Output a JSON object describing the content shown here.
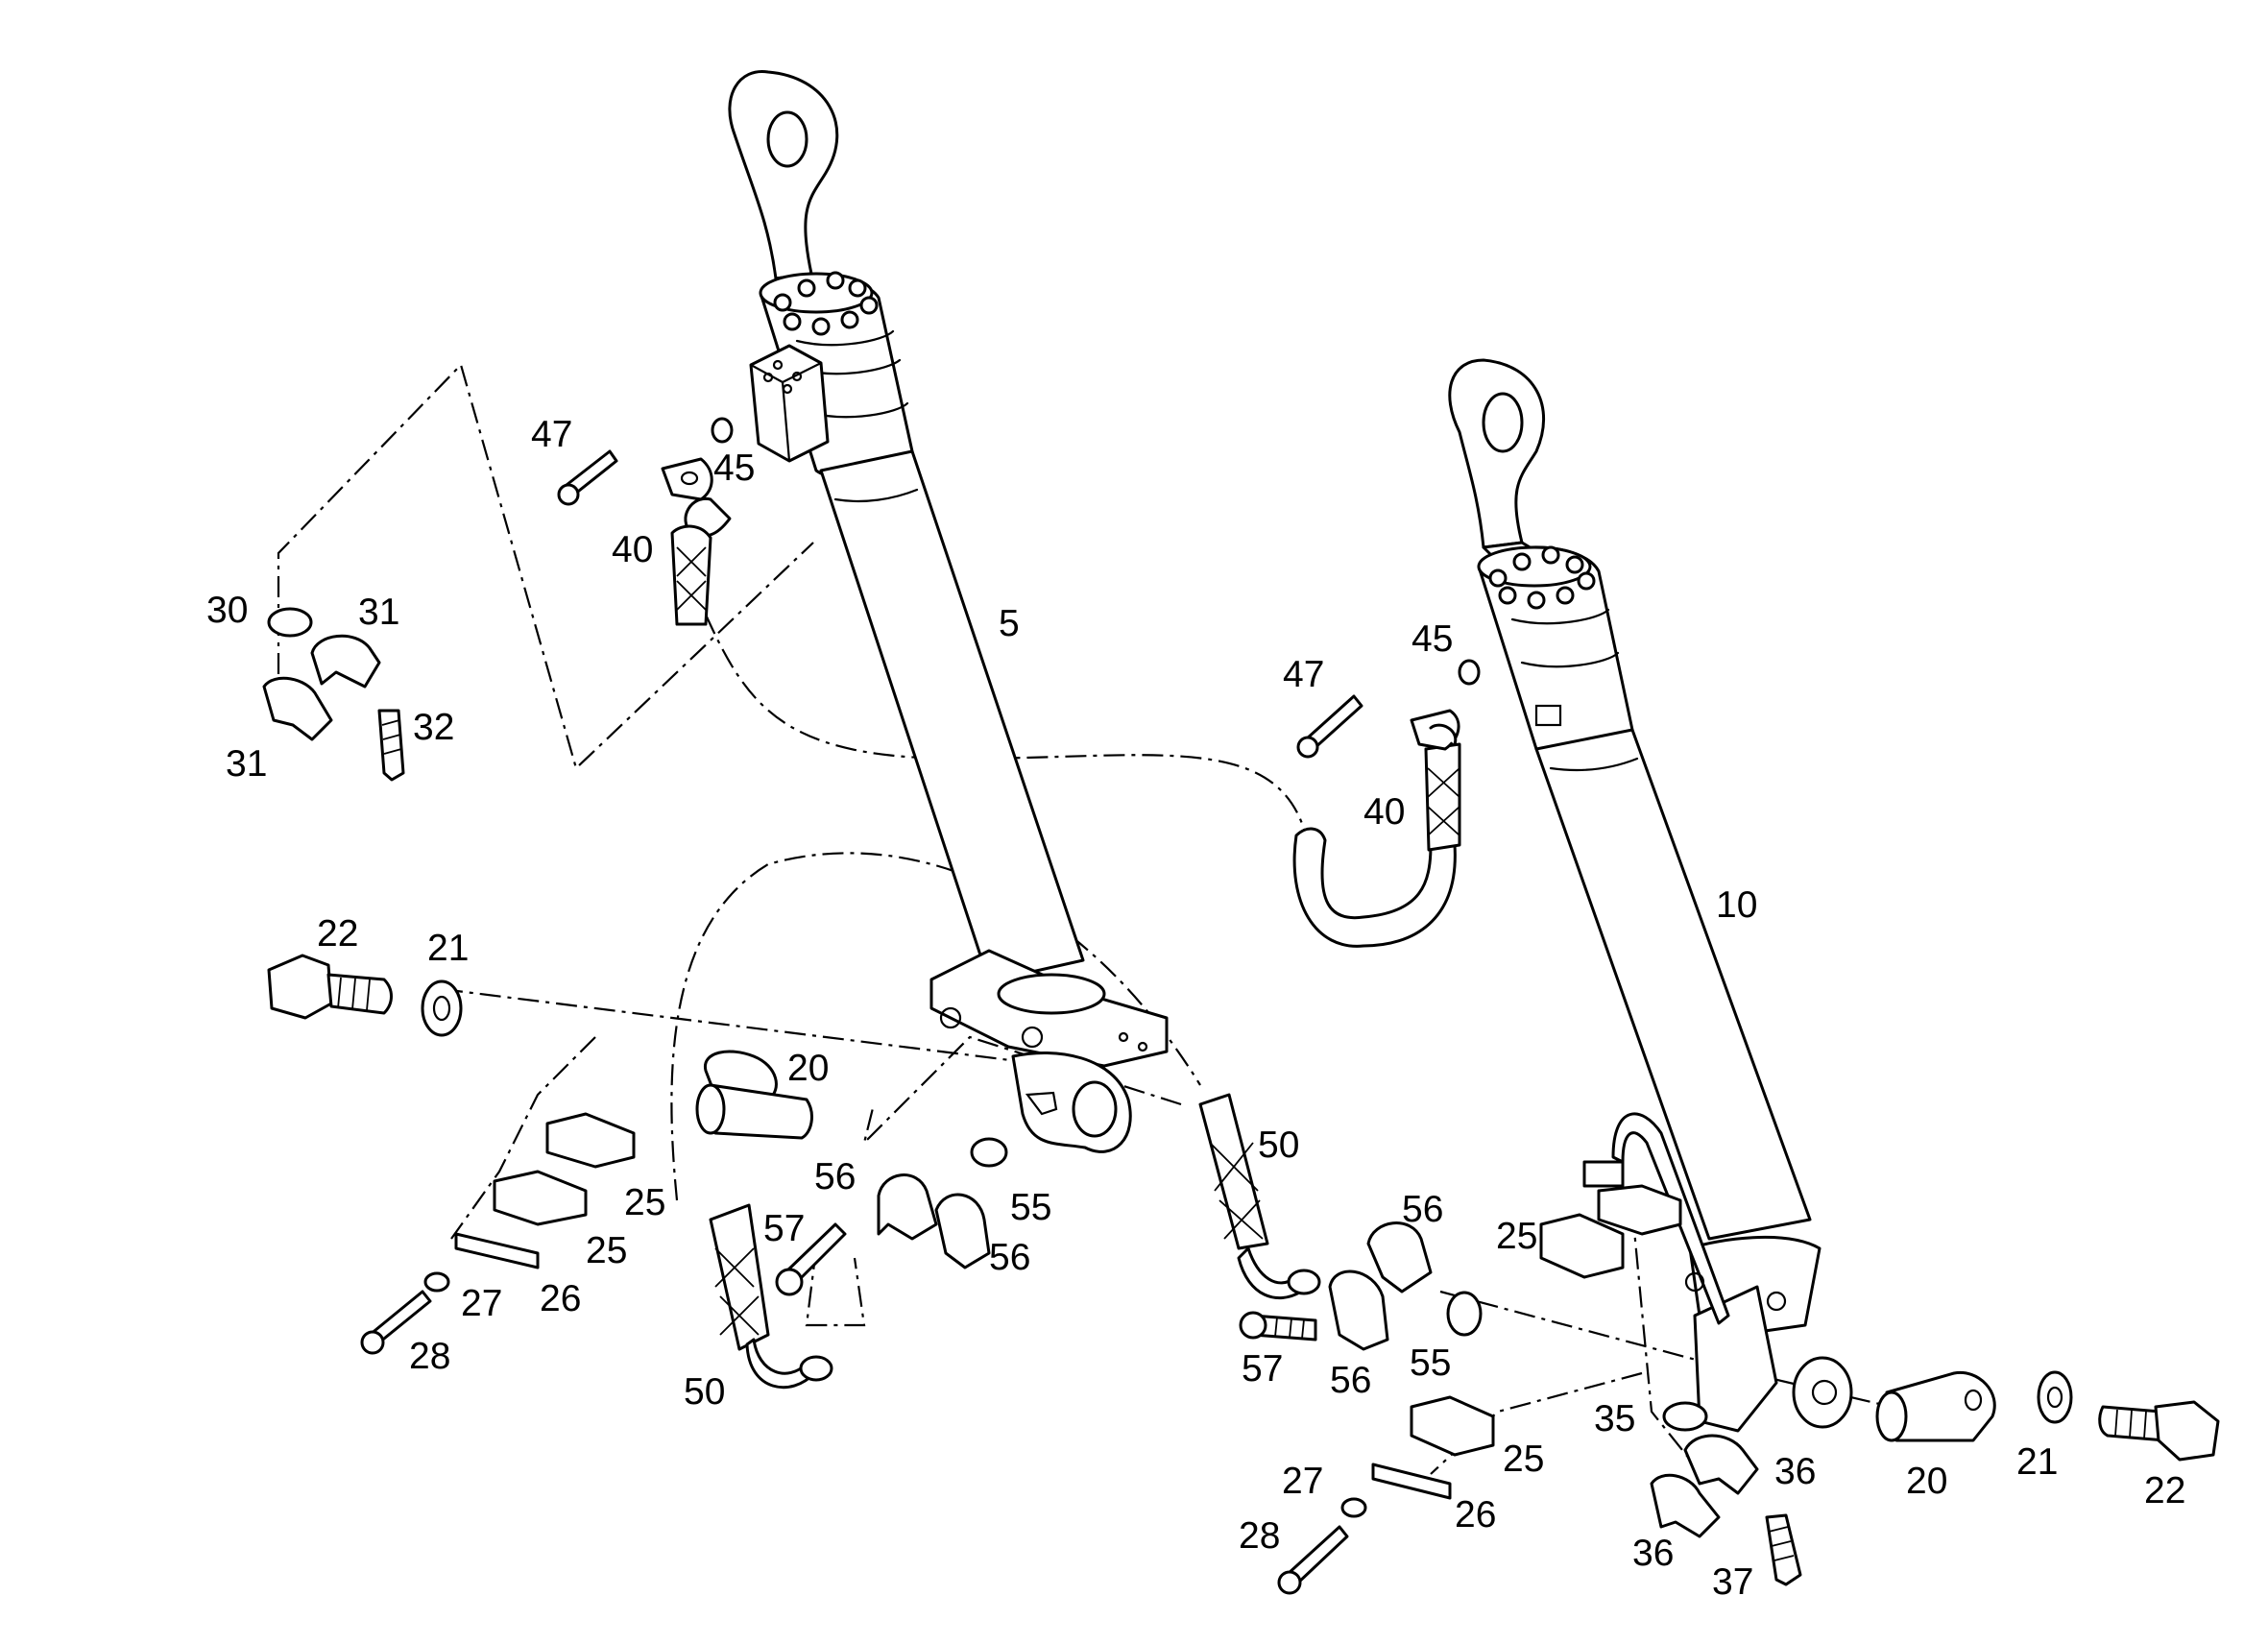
{
  "callouts": [
    {
      "id": "c5",
      "text": "5"
    },
    {
      "id": "c10",
      "text": "10"
    },
    {
      "id": "c47a",
      "text": "47"
    },
    {
      "id": "c45a",
      "text": "45"
    },
    {
      "id": "c40a",
      "text": "40"
    },
    {
      "id": "c30",
      "text": "30"
    },
    {
      "id": "c31a",
      "text": "31"
    },
    {
      "id": "c31b",
      "text": "31"
    },
    {
      "id": "c32",
      "text": "32"
    },
    {
      "id": "c45b",
      "text": "45"
    },
    {
      "id": "c47b",
      "text": "47"
    },
    {
      "id": "c40b",
      "text": "40"
    },
    {
      "id": "c22a",
      "text": "22"
    },
    {
      "id": "c21a",
      "text": "21"
    },
    {
      "id": "c20a",
      "text": "20"
    },
    {
      "id": "c50a",
      "text": "50"
    },
    {
      "id": "c25a",
      "text": "25"
    },
    {
      "id": "c25b",
      "text": "25"
    },
    {
      "id": "c56a",
      "text": "56"
    },
    {
      "id": "c55a",
      "text": "55"
    },
    {
      "id": "c57a",
      "text": "57"
    },
    {
      "id": "c56b",
      "text": "56"
    },
    {
      "id": "c27a",
      "text": "27"
    },
    {
      "id": "c26a",
      "text": "26"
    },
    {
      "id": "c28a",
      "text": "28"
    },
    {
      "id": "c50b",
      "text": "50"
    },
    {
      "id": "c56c",
      "text": "56"
    },
    {
      "id": "c25c",
      "text": "25"
    },
    {
      "id": "c57b",
      "text": "57"
    },
    {
      "id": "c56d",
      "text": "56"
    },
    {
      "id": "c55b",
      "text": "55"
    },
    {
      "id": "c35",
      "text": "35"
    },
    {
      "id": "c36a",
      "text": "36"
    },
    {
      "id": "c20b",
      "text": "20"
    },
    {
      "id": "c21b",
      "text": "21"
    },
    {
      "id": "c22b",
      "text": "22"
    },
    {
      "id": "c25d",
      "text": "25"
    },
    {
      "id": "c27b",
      "text": "27"
    },
    {
      "id": "c26b",
      "text": "26"
    },
    {
      "id": "c28b",
      "text": "28"
    },
    {
      "id": "c36b",
      "text": "36"
    },
    {
      "id": "c37",
      "text": "37"
    }
  ]
}
